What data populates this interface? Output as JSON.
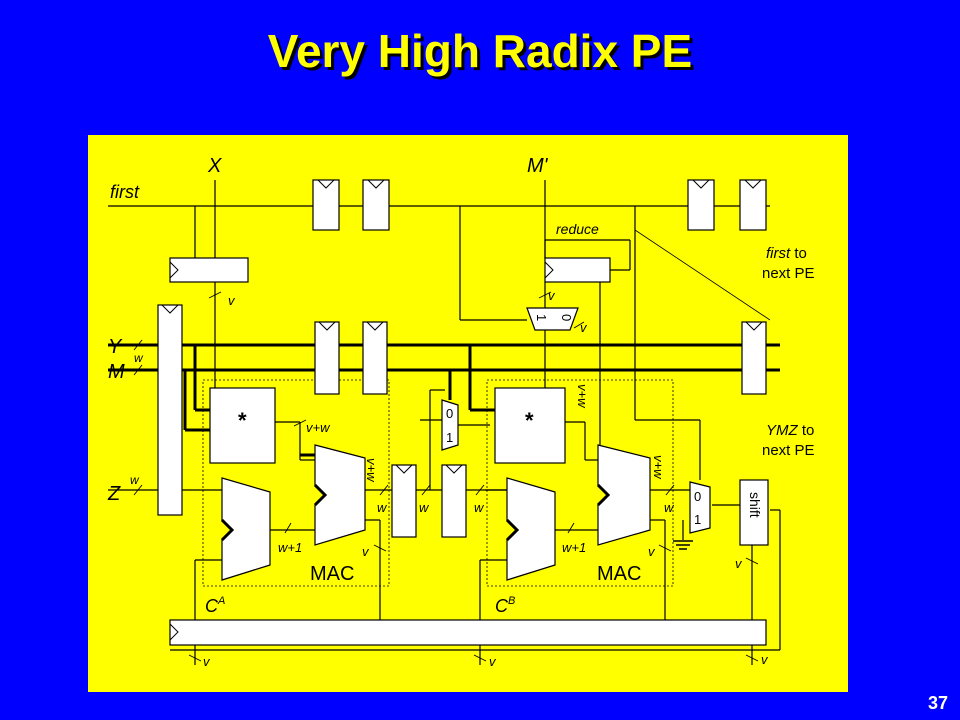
{
  "title": "Very High Radix PE",
  "slide_number": "37",
  "colors": {
    "background": "#0000ff",
    "title": "#ffff00",
    "diagram_bg": "#ffff00"
  },
  "labels": {
    "x": "X",
    "mprime": "M'",
    "first": "first",
    "reduce": "reduce",
    "first_to": "first",
    "to_word": "to",
    "next_pe": "next PE",
    "ymz": "YMZ",
    "y": "Y",
    "m": "M",
    "z": "Z",
    "mult": "*",
    "mac": "MAC",
    "shift": "shift",
    "ca": "C",
    "ca_sup": "A",
    "cb": "C",
    "cb_sup": "B"
  },
  "widths": {
    "v": "v",
    "w": "w",
    "vw": "v+w",
    "w1": "w+1"
  },
  "mux": {
    "top_in0": "1",
    "top_in1": "0",
    "left_0": "0",
    "left_1": "1",
    "right_0": "0",
    "right_1": "1"
  }
}
